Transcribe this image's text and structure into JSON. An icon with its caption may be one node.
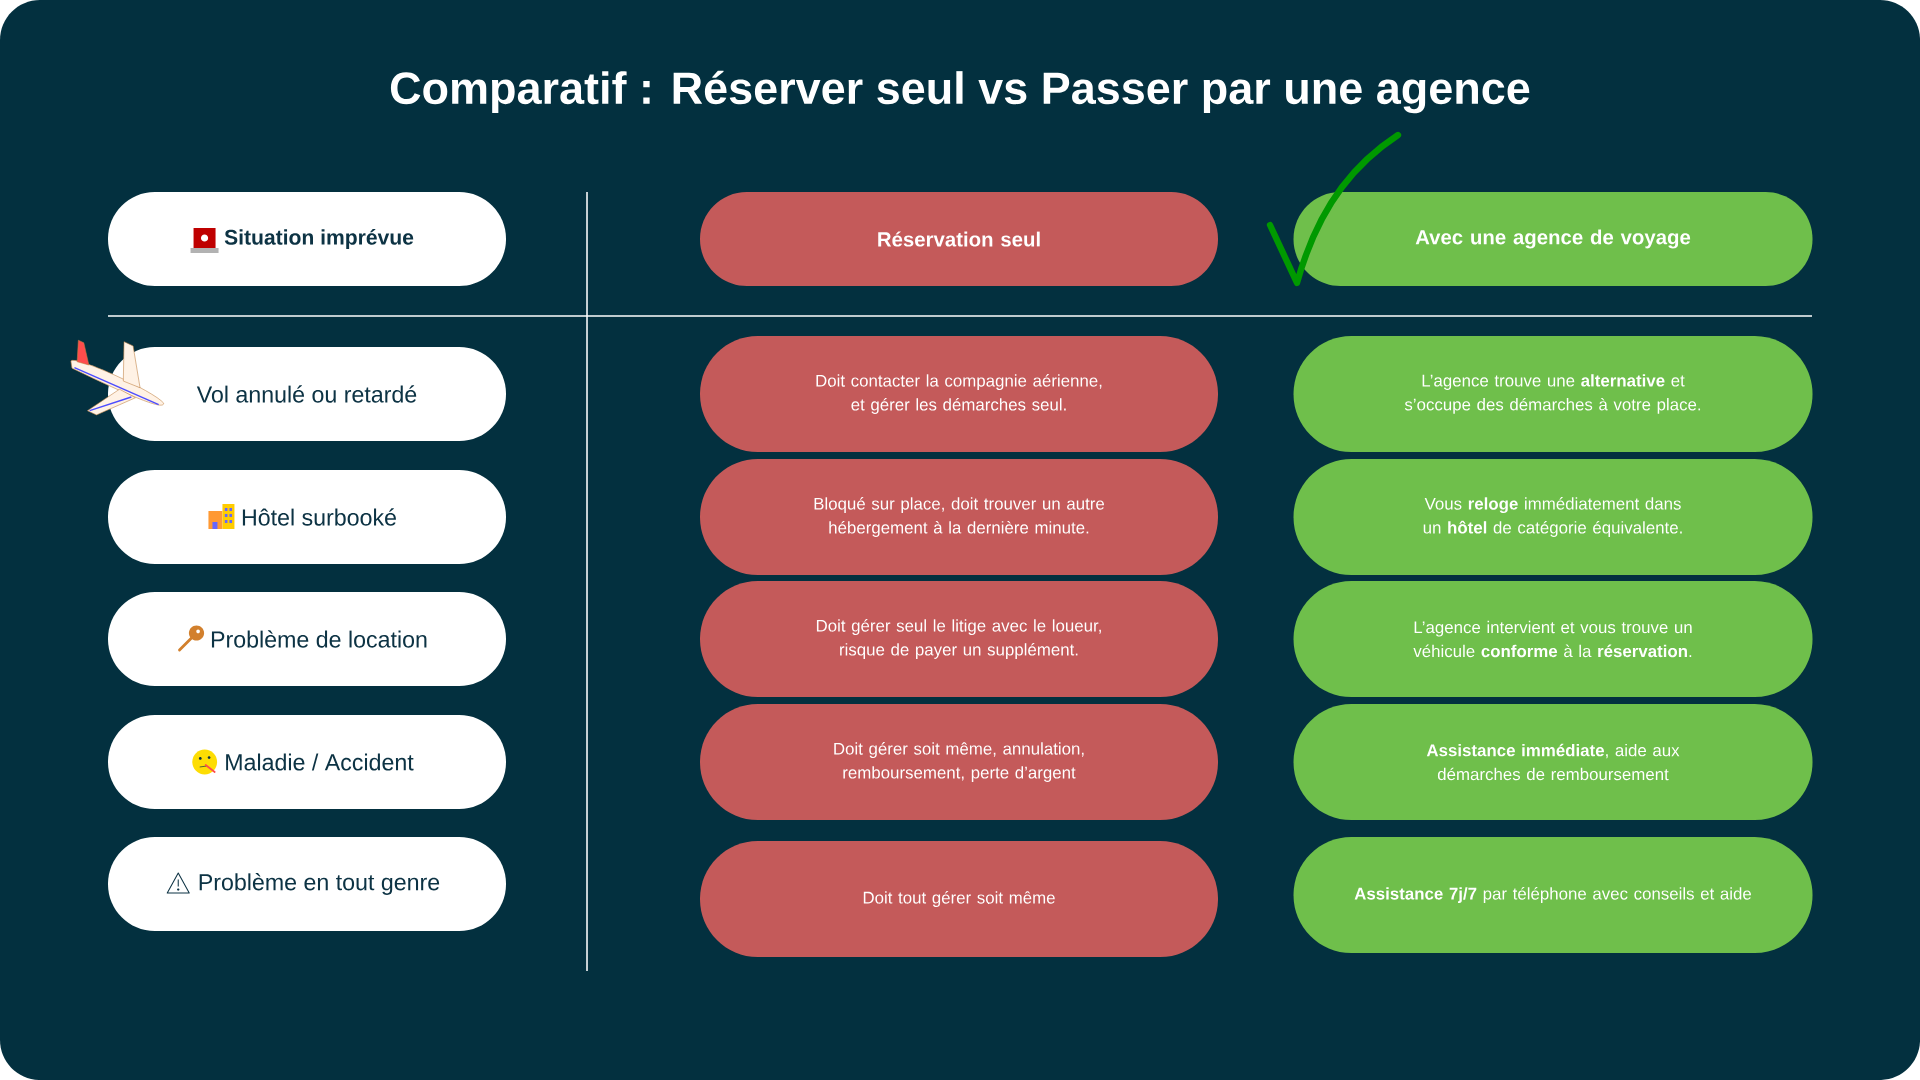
{
  "diagram": {
    "title": "Comparatif : Réserver seul vs Passer par une agence",
    "nodes": [
      {
        "text": [
          "Situation imprévue"
        ]
      },
      {
        "text": [
          "Réservation seul"
        ]
      },
      {
        "text": [
          "Avec une agence de voyage"
        ]
      },
      {
        "text": [
          "Vol annulé ou retardé"
        ]
      },
      {
        "text": [
          "Doit contacter la compagnie aérienne, et gérer les démarches seul."
        ]
      },
      {
        "text": [
          "L’agence trouve une **alternative** et s’occupe des démarches à votre place."
        ]
      },
      {
        "text": [
          "Hôtel surbooké"
        ]
      },
      {
        "text": [
          "Bloqué sur place, doit trouver un autre hébergement à la dernière minute."
        ]
      },
      {
        "text": [
          "Vous **reloge** immédiatement dans un **hôtel** de catégorie équivalente."
        ]
      },
      {
        "text": [
          "Problème de location"
        ]
      },
      {
        "text": [
          "Doit gérer seul le litige avec le loueur, risque de payer un supplément."
        ]
      },
      {
        "text": [
          "L’agence intervient et vous trouve un véhicule **conforme** à la **réservation**."
        ]
      },
      {
        "text": [
          "Maladie / Accident"
        ]
      },
      {
        "text": [
          "Doit gérer soit même, annulation, remboursement, perte d’argent"
        ]
      },
      {
        "text": [
          "**Assistance immédiate**, aide aux démarches de remboursement"
        ]
      },
      {
        "text": [
          "Problème en tout genre"
        ]
      },
      {
        "text": [
          "Doit tout gérer soit même"
        ]
      },
      {
        "text": [
          "**Assistance 7j/7** par téléphone avec conseils et aide"
        ]
      }
    ]
  }
}
